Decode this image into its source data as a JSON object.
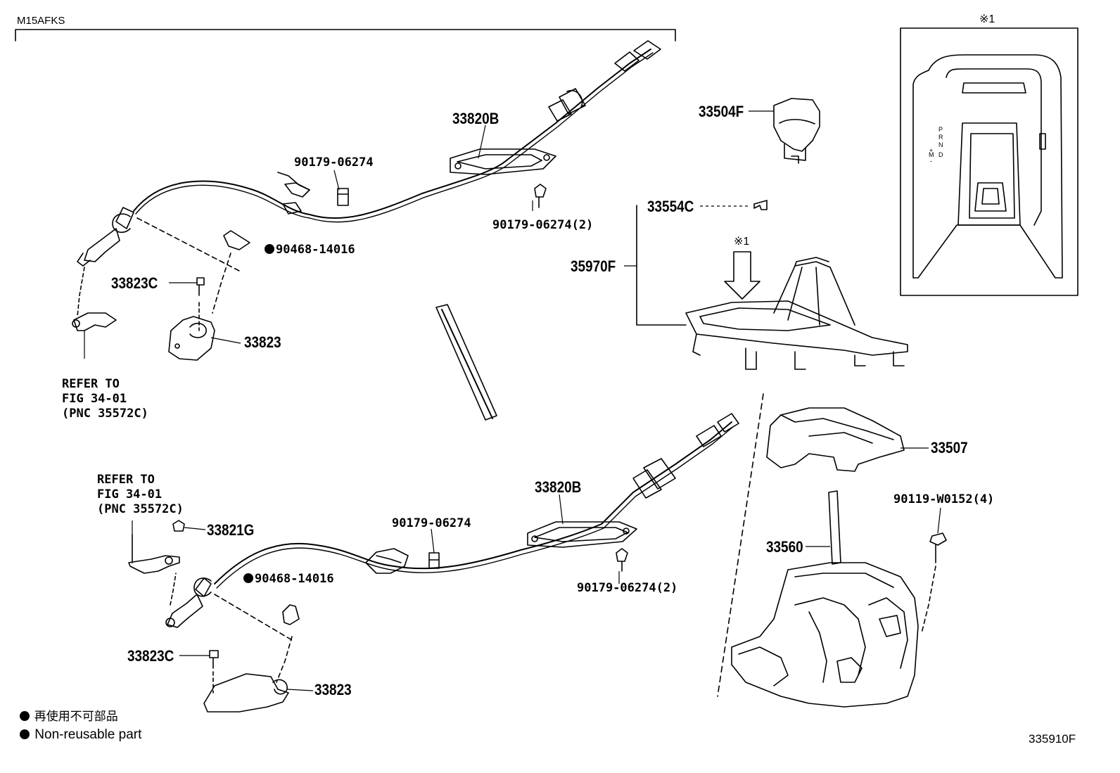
{
  "header": {
    "model_code": "M15AFKS",
    "ref_mark_top": "※1"
  },
  "parts": {
    "p33820B_top": "33820B",
    "p90179_06274_top": "90179-06274",
    "p90179_06274_2_top": "90179-06274(2)",
    "p90468_14016_top": "90468-14016",
    "p33823C_top": "33823C",
    "p33823_top": "33823",
    "p33504F": "33504F",
    "p33554C": "33554C",
    "p35970F": "35970F",
    "ref_mark_arrow": "※1",
    "p33507": "33507",
    "p90119_W0152_4": "90119-W0152(4)",
    "p33560": "33560",
    "p33820B_bottom": "33820B",
    "p90179_06274_bottom": "90179-06274",
    "p90179_06274_2_bottom": "90179-06274(2)",
    "p33821G": "33821G",
    "p90468_14016_bottom": "90468-14016",
    "p33823C_bottom": "33823C",
    "p33823_bottom": "33823"
  },
  "refer_top": {
    "line1": "REFER TO",
    "line2": "FIG 34-01",
    "line3": "(PNC 35572C)"
  },
  "refer_bottom": {
    "line1": "REFER TO",
    "line2": "FIG 34-01",
    "line3": "(PNC 35572C)"
  },
  "shifter_letters": {
    "p": "P",
    "r": "R",
    "n": "N",
    "d": "D",
    "m": "M",
    "plus": "+",
    "minus": "-"
  },
  "legend": {
    "jp": "再使用不可部品",
    "en": "Non-reusable part"
  },
  "figure_number": "335910F"
}
